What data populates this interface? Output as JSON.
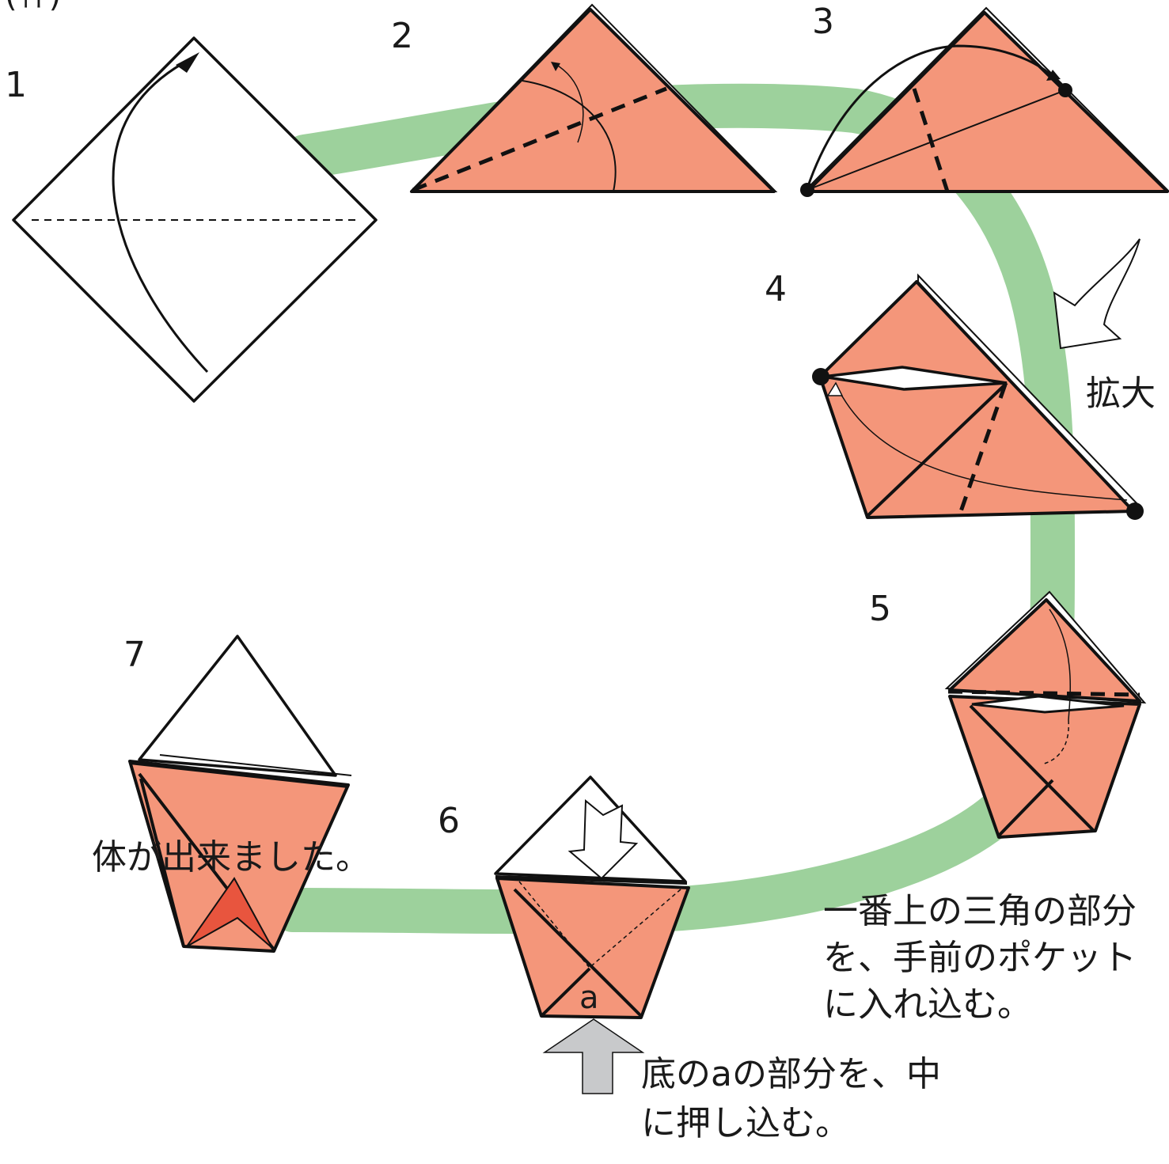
{
  "colors": {
    "paper": "#f4967a",
    "paper_dark": "#e8553e",
    "path": "#9dd19c",
    "push_arrow": "#c8c9cb"
  },
  "corner_text": "(ｲﾄ)",
  "steps": [
    {
      "number": "1"
    },
    {
      "number": "2"
    },
    {
      "number": "3"
    },
    {
      "number": "4",
      "note": "拡大"
    },
    {
      "number": "5",
      "caption_lines": [
        "一番上の三角の部分",
        "を、手前のポケット",
        "に入れ込む。"
      ]
    },
    {
      "number": "6",
      "label_a": "a",
      "caption_lines": [
        "底のaの部分を、中",
        "に押し込む。"
      ]
    },
    {
      "number": "7",
      "caption_lines": [
        "体が出来ました。"
      ]
    }
  ],
  "icons": [
    "curved-fold-arrow-icon",
    "hollow-enlarge-arrow-icon",
    "push-up-arrow-icon",
    "hollow-push-down-arrow-icon"
  ]
}
